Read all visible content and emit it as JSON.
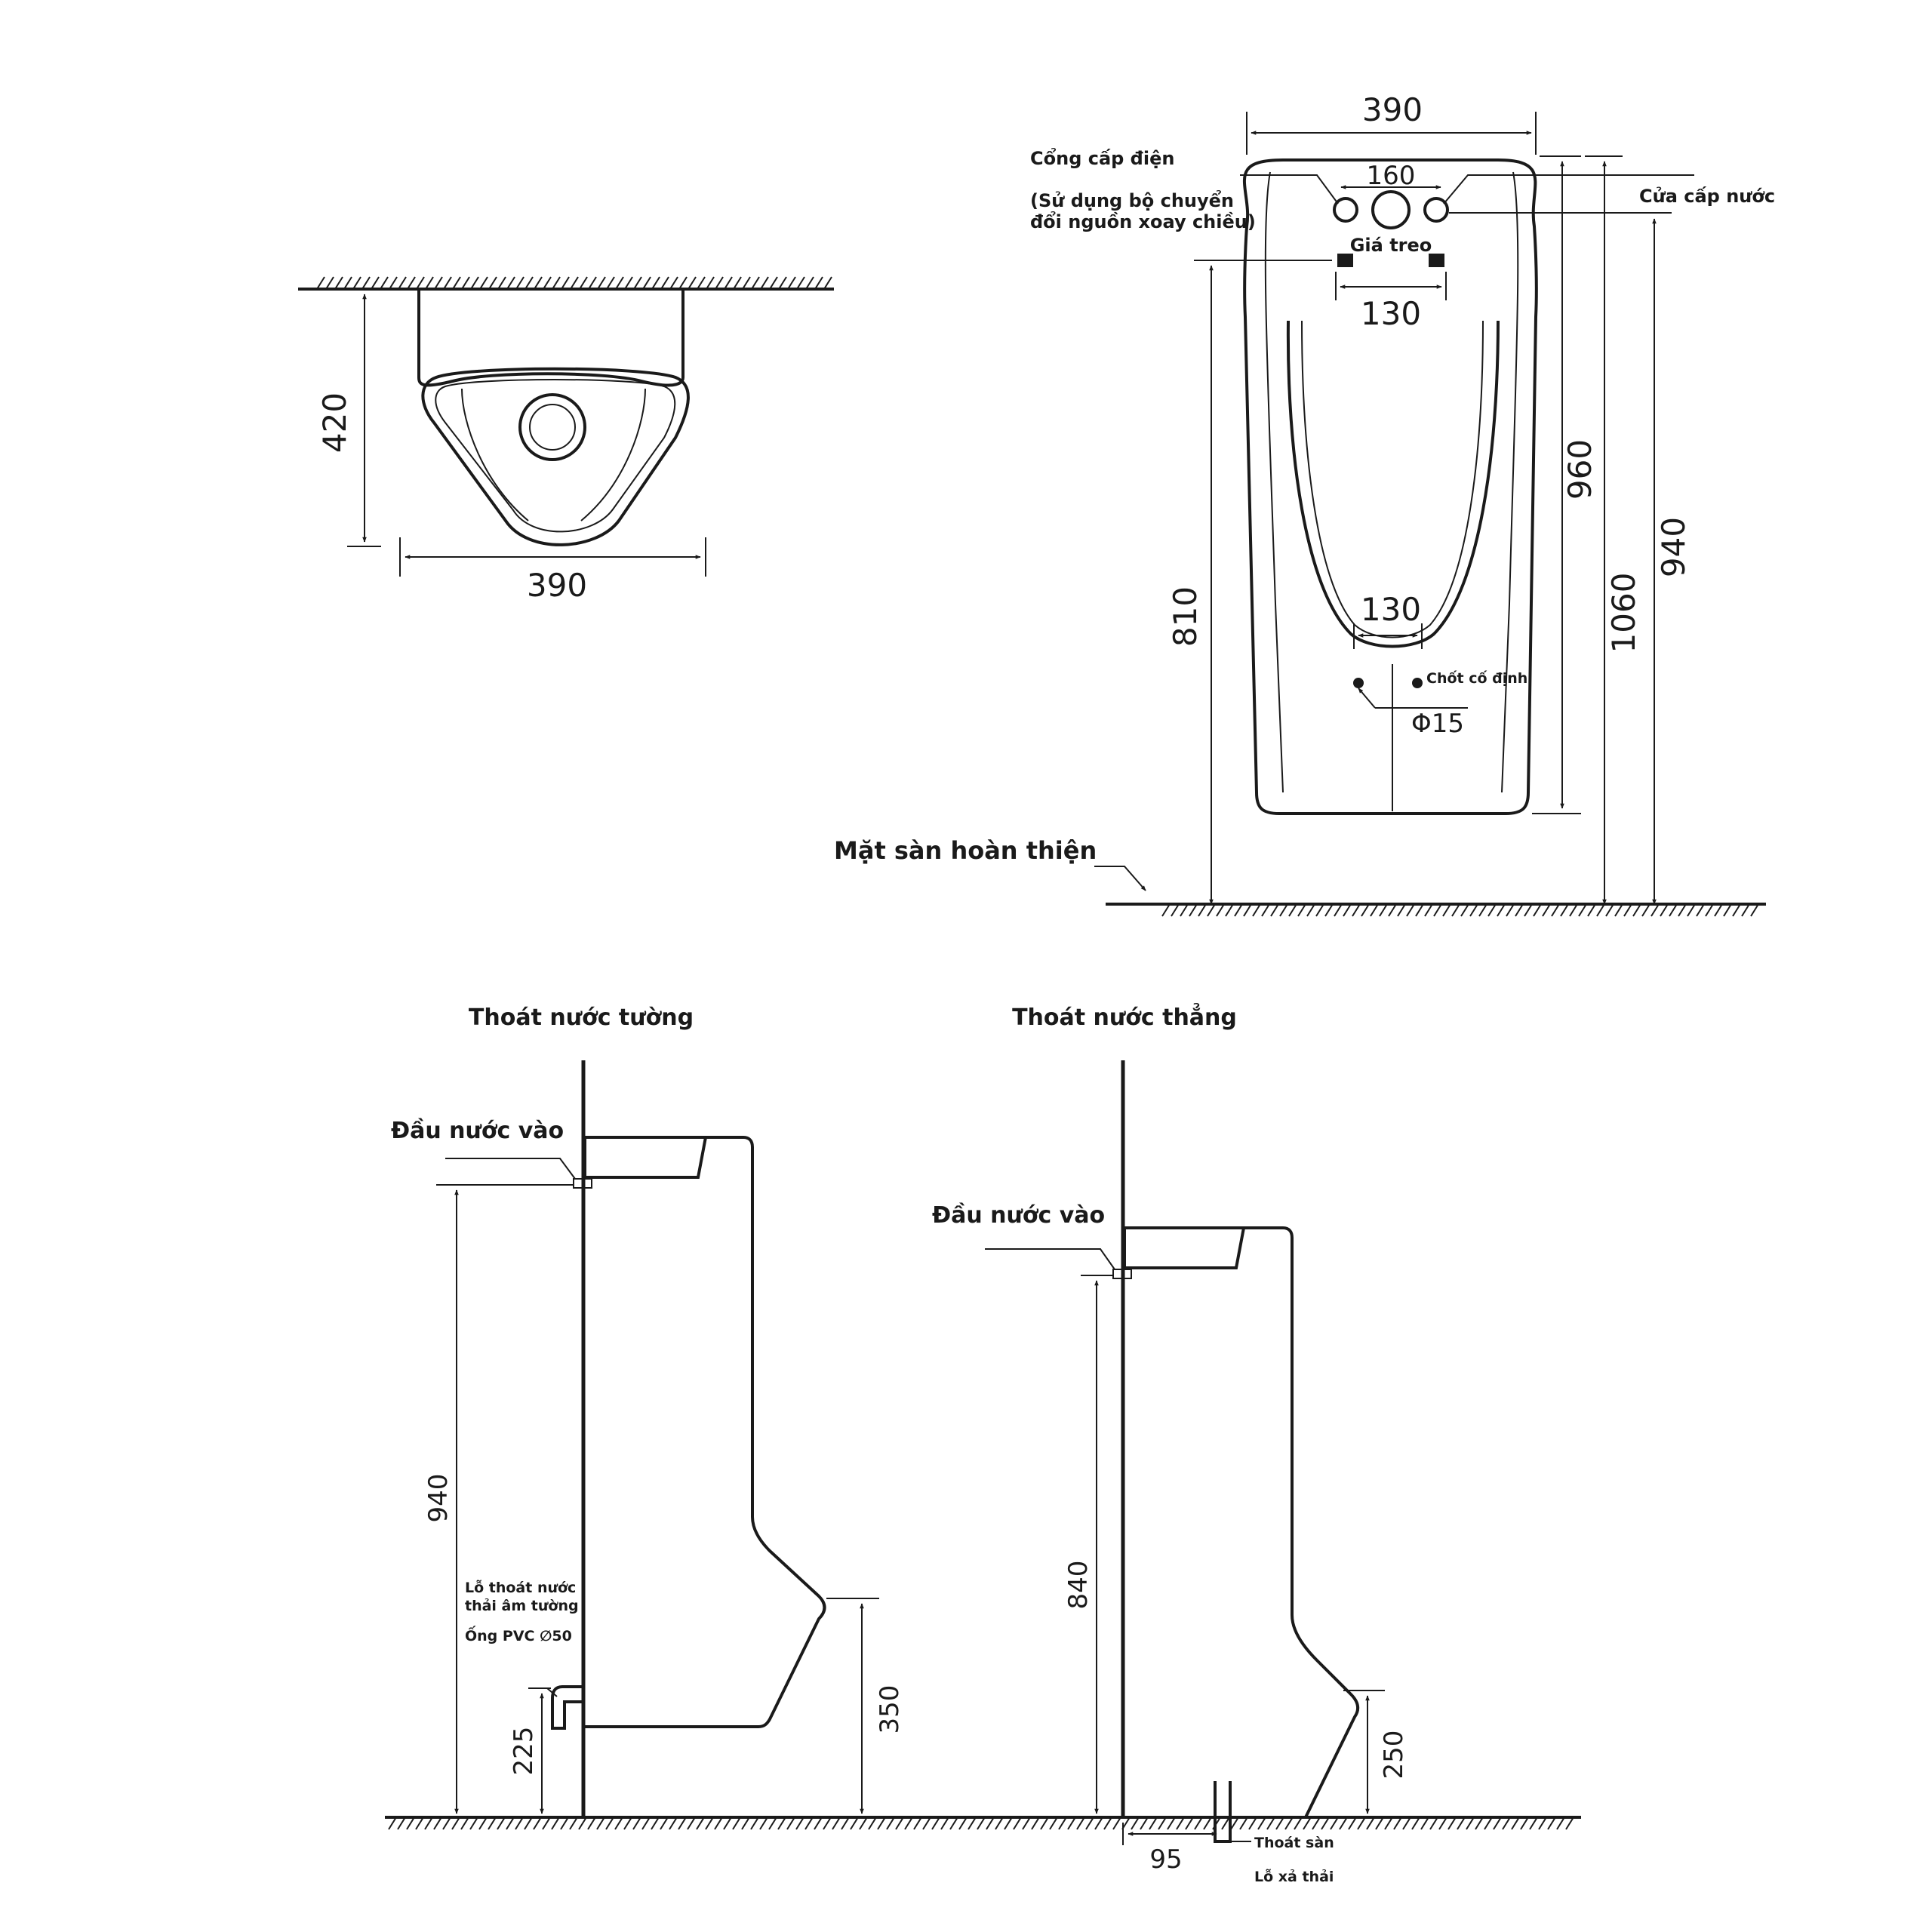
{
  "top_view": {
    "width_dim": "390",
    "depth_dim": "420"
  },
  "front_view": {
    "width_dim": "390",
    "inlet_spacing_dim": "160",
    "hanger_spacing_dim": "130",
    "pin_spacing_dim": "130",
    "pin_diameter_dim": "Φ15",
    "hanger_height_dim": "810",
    "body_height_dim": "960",
    "total_height_dim": "1060",
    "water_inlet_height_dim": "940",
    "power_port_label": "Cổng cấp điện",
    "power_port_note_line1": "(Sử dụng bộ chuyển",
    "power_port_note_line2": "đổi nguồn xoay chiều)",
    "water_port_label": "Cửa cấp nước",
    "hanger_label": "Giá treo",
    "pin_label": "Chốt cố định",
    "floor_label": "Mặt sàn hoàn thiện"
  },
  "wall_drain_view": {
    "title": "Thoát nước tường",
    "inlet_label": "Đầu nước vào",
    "inlet_height_dim": "940",
    "drain_label_line1": "Lỗ thoát nước",
    "drain_label_line2": "thải âm tường",
    "pipe_label": "Ống PVC ∅50",
    "drain_height_dim": "225",
    "lip_height_dim": "350"
  },
  "floor_drain_view": {
    "title": "Thoát nước thẳng",
    "inlet_label": "Đầu nước vào",
    "inlet_height_dim": "840",
    "lip_height_dim": "250",
    "drain_offset_dim": "95",
    "floor_drain_label": "Thoát sàn",
    "outlet_label": "Lỗ xả thải"
  }
}
